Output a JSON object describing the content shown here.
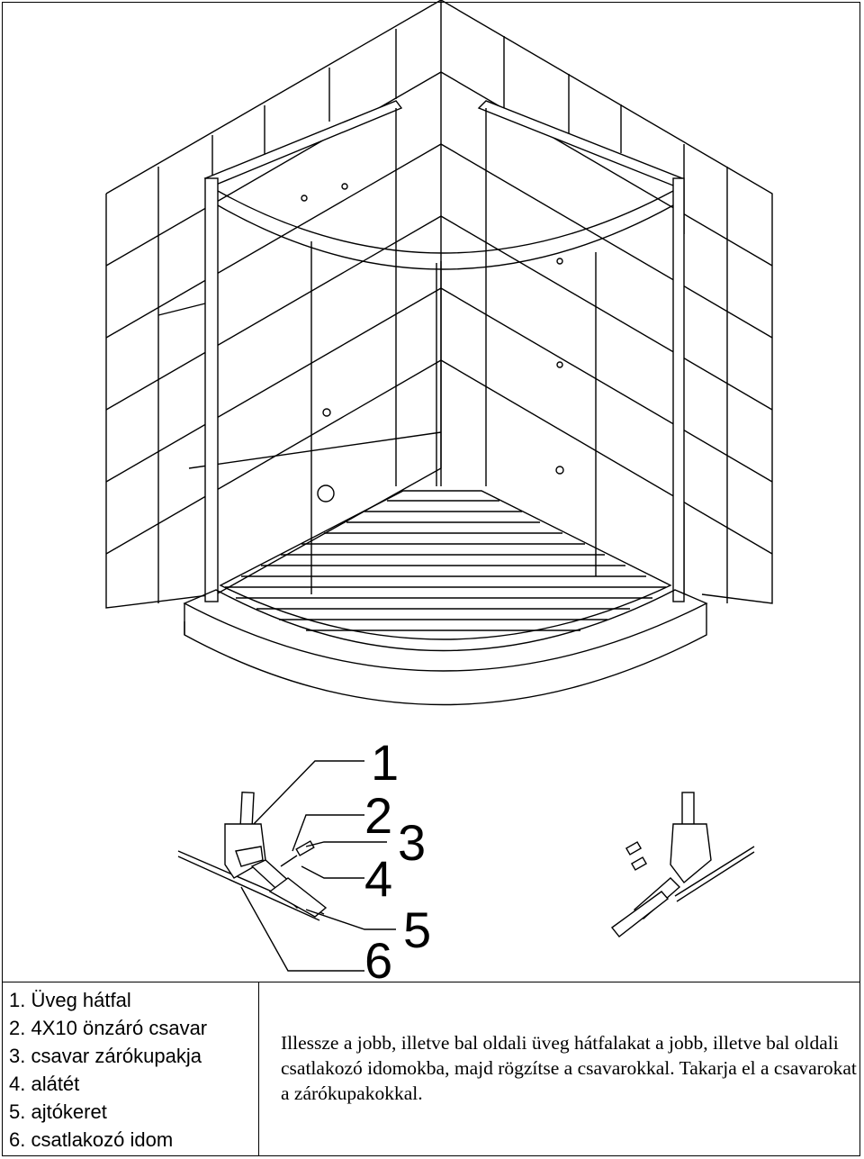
{
  "callouts": [
    "1",
    "2",
    "3",
    "4",
    "5",
    "6"
  ],
  "legend": {
    "items": [
      "1. Üveg hátfal",
      "2. 4X10 önzáró csavar",
      "3. csavar zárókupakja",
      "4. alátét",
      "5. ajtókeret",
      "6. csatlakozó idom"
    ]
  },
  "instructions": {
    "text": "Illessze a jobb, illetve bal oldali üveg hátfalakat a jobb, illetve bal oldali csatlakozó idomokba, majd rögzítse a csavarokkal. Takarja el a csavarokat a zárókupakokkal."
  }
}
